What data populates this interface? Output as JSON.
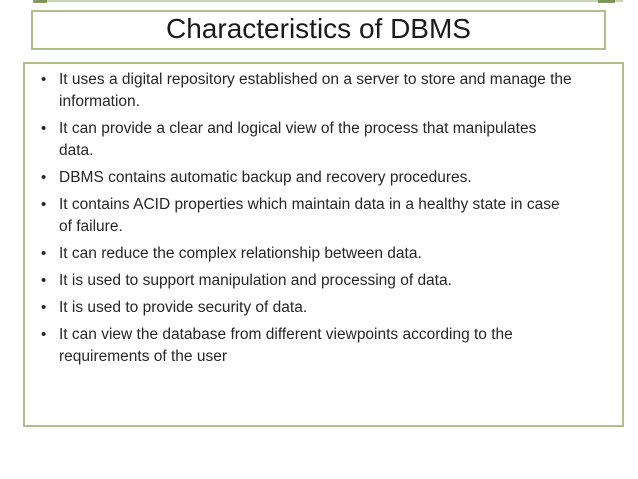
{
  "slide": {
    "title": "Characteristics of DBMS",
    "colors": {
      "border": "#b2bd8c",
      "title_text": "#1a1a1a",
      "body_text": "#262626",
      "background": "#ffffff",
      "top_edge_line": "#8c9e5f"
    },
    "content": {
      "bullets": [
        {
          "lines": [
            "It uses a digital repository established on a server to store and manage the",
            "information."
          ]
        },
        {
          "lines": [
            "It can provide a clear and logical view of the process that manipulates",
            "data."
          ]
        },
        {
          "lines": [
            "DBMS contains automatic backup and recovery procedures."
          ]
        },
        {
          "lines": [
            "It contains ACID properties which maintain data in a healthy state in case",
            "of failure."
          ]
        },
        {
          "lines": [
            "It can reduce the complex relationship between data."
          ]
        },
        {
          "lines": [
            "It is used to support manipulation and processing of data."
          ]
        },
        {
          "lines": [
            "It is used to provide security of data."
          ]
        },
        {
          "lines": [
            "It can view the database from different viewpoints according to the",
            "requirements of the user"
          ]
        }
      ]
    }
  }
}
